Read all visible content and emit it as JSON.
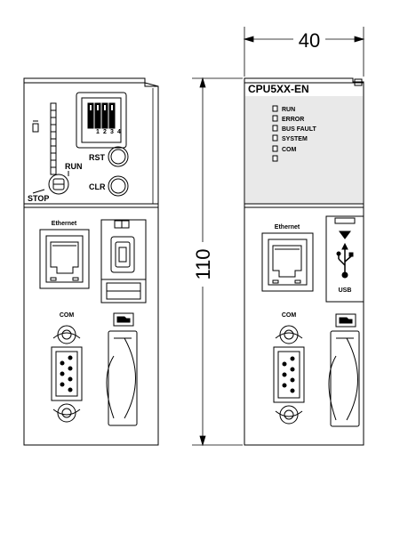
{
  "dimensions": {
    "width_label": "40",
    "height_label": "110"
  },
  "left_module": {
    "rst_label": "RST",
    "clr_label": "CLR",
    "run_label": "RUN",
    "stop_label": "STOP",
    "dip_numbers": [
      "1",
      "2",
      "3",
      "4"
    ],
    "ethernet_label": "Ethernet",
    "com_label": "COM"
  },
  "right_module": {
    "model_label": "CPU5XX-EN",
    "leds": [
      {
        "label": "RUN"
      },
      {
        "label": "ERROR"
      },
      {
        "label": "BUS FAULT"
      },
      {
        "label": "SYSTEM"
      },
      {
        "label": "COM"
      },
      {
        "label": ""
      }
    ],
    "ethernet_label": "Ethernet",
    "usb_label": "USB",
    "com_label": "COM"
  }
}
